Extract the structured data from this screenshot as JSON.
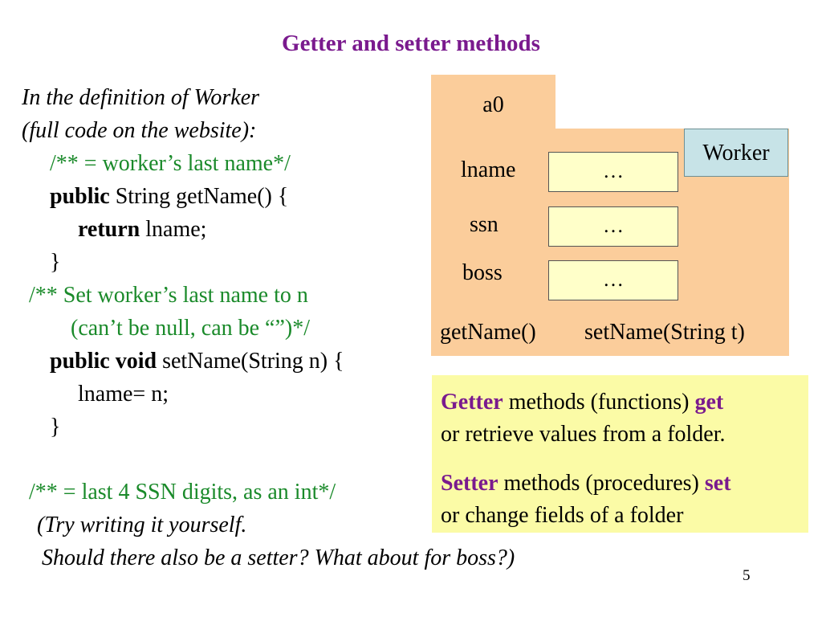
{
  "title": "Getter and setter methods",
  "code": {
    "intro1": "In the definition of Worker",
    "intro2": "(full code on the website):",
    "getter_comment": "/** = worker’s last name*/",
    "getter_kw": "public",
    "getter_sig": " String getName() {",
    "return_kw": "return",
    "return_rest": " lname;",
    "close1": "}",
    "setter_comment1": "/** Set worker’s last name to n",
    "setter_comment2": "(can’t be null, can be “”)*/",
    "setter_kw": "public void",
    "setter_sig": " setName(String n) {",
    "assign": "lname= n;",
    "close2": "}",
    "ssn_comment": "/** = last 4 SSN digits, as an int*/",
    "try1": "(Try writing it yourself.",
    "try2": "Should there also be a setter? What about for boss?)"
  },
  "folder": {
    "name": "a0",
    "class_name": "Worker",
    "fields": [
      {
        "label": "lname",
        "value": "…"
      },
      {
        "label": "ssn",
        "value": "…"
      },
      {
        "label": "boss",
        "value": "…"
      }
    ],
    "method1": "getName()",
    "method2": "setName(String t)"
  },
  "note": {
    "getter_word": "Getter",
    "getter_text1": " methods (functions) ",
    "getter_kw": "get",
    "getter_text2": "or retrieve values from a folder.",
    "setter_word": "Setter",
    "setter_text1": " methods (procedures) ",
    "setter_kw": "set",
    "setter_text2": "or change fields of a folder"
  },
  "page_number": "5",
  "colors": {
    "title": "#7a1a8e",
    "comment": "#1a8a2a",
    "folder": "#fbcd9b",
    "class_box": "#c7e3e7",
    "field_box": "#ffffc9",
    "note": "#fbfba6"
  }
}
